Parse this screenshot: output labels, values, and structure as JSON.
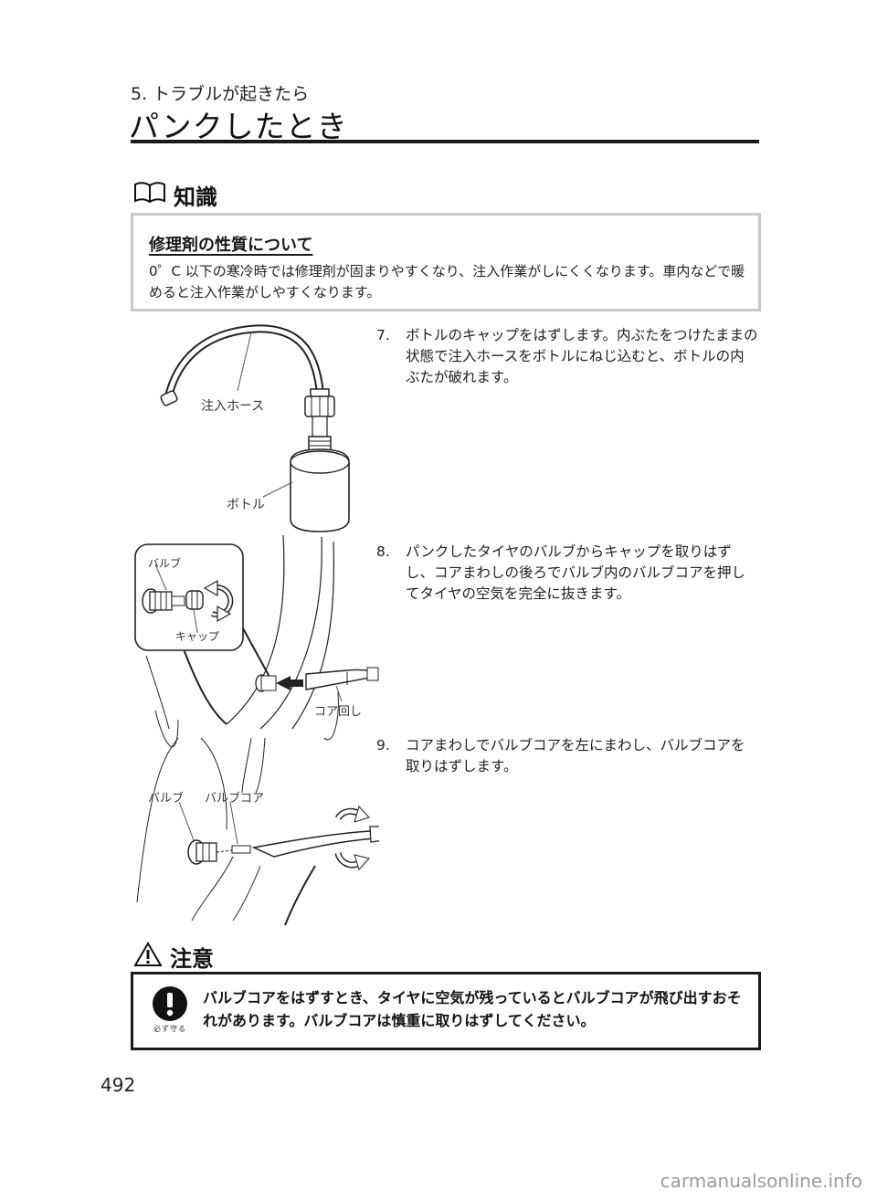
{
  "header": {
    "chapter": "5. トラブルが起きたら",
    "title": "パンクしたとき"
  },
  "knowledge": {
    "label": "知識",
    "icon": "book-icon",
    "heading": "修理剤の性質について",
    "body": "0゜C 以下の寒冷時では修理剤が固まりやすくなり、注入作業がしにくくなります。車内などで暖めると注入作業がしやすくなります。"
  },
  "steps": [
    {
      "number": "7.",
      "text": "ボトルのキャップをはずします。内ぶたをつけたままの状態で注入ホースをボトルにねじ込むと、ボトルの内ぶたが破れます。"
    },
    {
      "number": "8.",
      "text": "パンクしたタイヤのバルブからキャップを取りはずし、コアまわしの後ろでバルブ内のバルブコアを押してタイヤの空気を完全に抜きます。"
    },
    {
      "number": "9.",
      "text": "コアまわしでバルブコアを左にまわし、バルブコアを取りはずします。"
    }
  ],
  "illustration_labels": {
    "hose": "注入ホース",
    "bottle": "ボトル",
    "valve_inset": "バルブ",
    "cap": "キャップ",
    "core_tool": "コア回し",
    "valve": "バルブ",
    "valve_core": "バルブコア"
  },
  "caution": {
    "label": "注意",
    "icon": "warning-triangle-icon",
    "mark_icon": "must-do-exclamation-icon",
    "mark_caption": "必ず守る",
    "body": "バルブコアをはずすとき、タイヤに空気が残っているとバルブコアが飛び出すおそれがあります。バルブコアは慎重に取りはずしてください。"
  },
  "page_number": "492",
  "watermark": "carmanualsonline.info"
}
